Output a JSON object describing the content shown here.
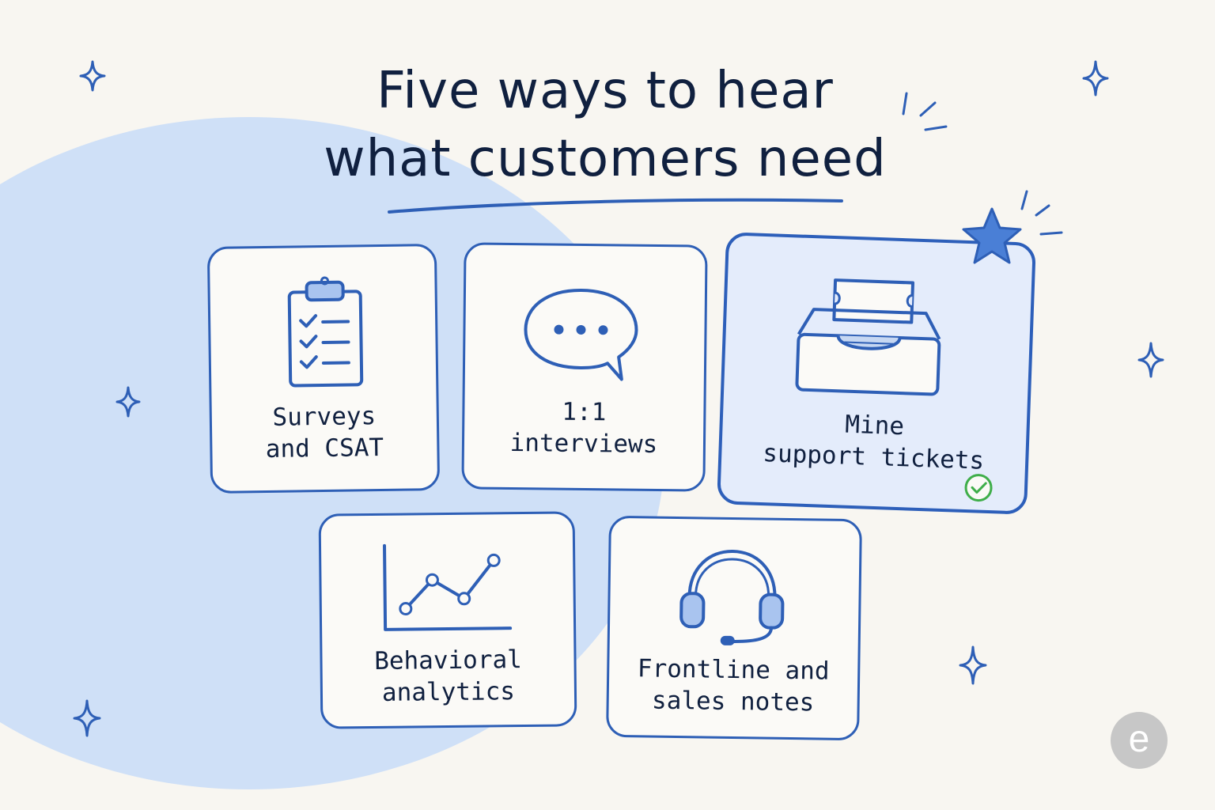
{
  "title": {
    "line1": "Five ways to hear",
    "line2": "what customers need"
  },
  "cards": [
    {
      "id": "surveys",
      "line1": "Surveys",
      "line2": "and CSAT",
      "icon": "clipboard-checklist-icon"
    },
    {
      "id": "interviews",
      "line1": "1:1",
      "line2": "interviews",
      "icon": "speech-bubble-icon"
    },
    {
      "id": "tickets",
      "line1": "Mine",
      "line2": "support tickets",
      "icon": "inbox-tray-icon",
      "highlighted": true,
      "badges": [
        "star-icon",
        "check-circle-icon"
      ]
    },
    {
      "id": "analytics",
      "line1": "Behavioral",
      "line2": "analytics",
      "icon": "line-chart-icon"
    },
    {
      "id": "frontline",
      "line1": "Frontline and",
      "line2": "sales notes",
      "icon": "headset-icon"
    }
  ],
  "colors": {
    "accent": "#2e5fb6",
    "background": "#f8f6f1",
    "blob": "#cfe0f7",
    "check": "#3fae4a",
    "logo": "#c7c7c7"
  },
  "logo": {
    "icon": "e-logo-icon",
    "letter": "e"
  }
}
